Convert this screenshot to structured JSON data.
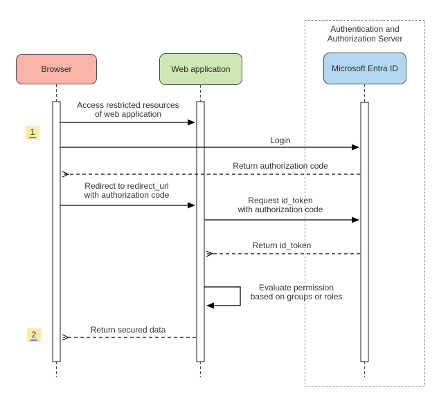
{
  "diagram_type": "uml-sequence",
  "container": {
    "title": [
      "Authentication and",
      "Authorization Server"
    ]
  },
  "actors": [
    {
      "id": "browser",
      "label": "Browser",
      "fill": "#f9b3aa"
    },
    {
      "id": "web-application",
      "label": "Web application",
      "fill": "#cde7b3"
    },
    {
      "id": "microsoft-entra-id",
      "label": "Microsoft Entra ID",
      "fill": "#b2d7f0"
    }
  ],
  "messages": [
    {
      "from": "browser",
      "to": "web-application",
      "style": "solid",
      "lines": [
        "Access restricted resources",
        "of web application"
      ]
    },
    {
      "from": "browser",
      "to": "microsoft-entra-id",
      "style": "solid",
      "lines": [
        "Login"
      ]
    },
    {
      "from": "microsoft-entra-id",
      "to": "browser",
      "style": "dashed",
      "lines": [
        "Return authorization code"
      ]
    },
    {
      "from": "browser",
      "to": "web-application",
      "style": "solid",
      "lines": [
        "Redirect to redirect_url",
        "with authorization code"
      ]
    },
    {
      "from": "web-application",
      "to": "microsoft-entra-id",
      "style": "solid",
      "lines": [
        "Request id_token",
        "with authorization code"
      ]
    },
    {
      "from": "microsoft-entra-id",
      "to": "web-application",
      "style": "dashed",
      "lines": [
        "Return id_token"
      ]
    },
    {
      "from": "web-application",
      "to": "web-application",
      "style": "self",
      "lines": [
        "Evaluate permission",
        "based on groups or roles"
      ]
    },
    {
      "from": "web-application",
      "to": "browser",
      "style": "dashed",
      "lines": [
        "Return secured data"
      ]
    }
  ],
  "step_badges": [
    {
      "label": "1",
      "bg": "#ffe9a6"
    },
    {
      "label": "2",
      "bg": "#ffe9a6"
    }
  ],
  "colors": {
    "line": "#000000",
    "lifeline": "#4d4d4d",
    "container_border": "#737373",
    "badge_underline": "#4e8cec",
    "text": "#333333"
  }
}
